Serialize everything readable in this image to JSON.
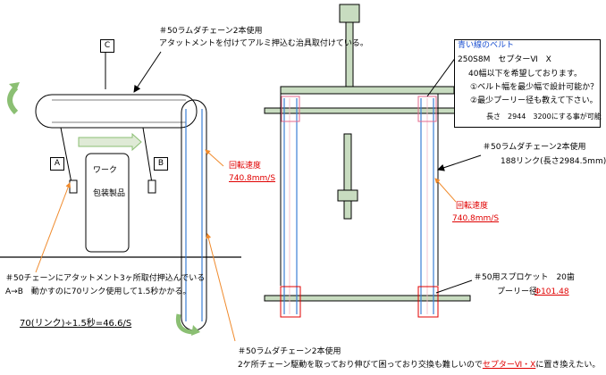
{
  "labels": {
    "top_chain": "＃50ラムダチェーン2本使用",
    "top_chain_desc": "アタットメントを付けてアルミ押込む治具取付けている。",
    "box_c": "C",
    "box_a": "A",
    "box_b": "B",
    "work": "ワーク",
    "packaged": "包装製品",
    "speed_left_title": "回転速度",
    "speed_left_value": "740.8mm/S",
    "speed_right_title": "回転速度",
    "speed_right_value": "740.8mm/S",
    "left_note_1": "＃50チェーンにアタットメント3ヶ所取付押込んでいる",
    "left_note_2": "A→B　動かすのに70リンク使用して1.5秒かかる。",
    "formula": "70(リンク)÷1.5秒=46.6/S",
    "bottom_chain": "＃50ラムダチェーン2本使用",
    "bottom_desc_prefix": "2ケ所チェーン駆動を取っており伸びて困っており交換も難しいので",
    "bottom_desc_red": "セプターⅥ・Ⅹ",
    "bottom_desc_suffix": "に置き換えたい。",
    "belt_title": "青い線のベルト",
    "belt_spec": "250S8M　セプターⅥ　Ⅹ",
    "belt_hope": "40幅以下を希望しております。",
    "belt_q1": "①ベルト幅を最少幅で設計可能か？",
    "belt_q2": "②最少プーリー径も教えて下さい。",
    "belt_length": "長さ　2944　3200にする事が可能",
    "right_chain": "＃50ラムダチェーン2本使用",
    "right_chain_links": "188リンク(長さ2984.5mm)",
    "sprocket": "＃50用スプロケット　20歯",
    "pulley_label": "プーリー径",
    "pulley_value": "Φ101.48"
  },
  "colors": {
    "red": "#e00000",
    "blue": "#3b7fd6",
    "beam_fill": "#c8dcc0",
    "arrow_fill": "#dfead6",
    "arrow_stroke": "#8bbf73",
    "pink": "#f3b8c6",
    "orange": "#f08a2c"
  }
}
